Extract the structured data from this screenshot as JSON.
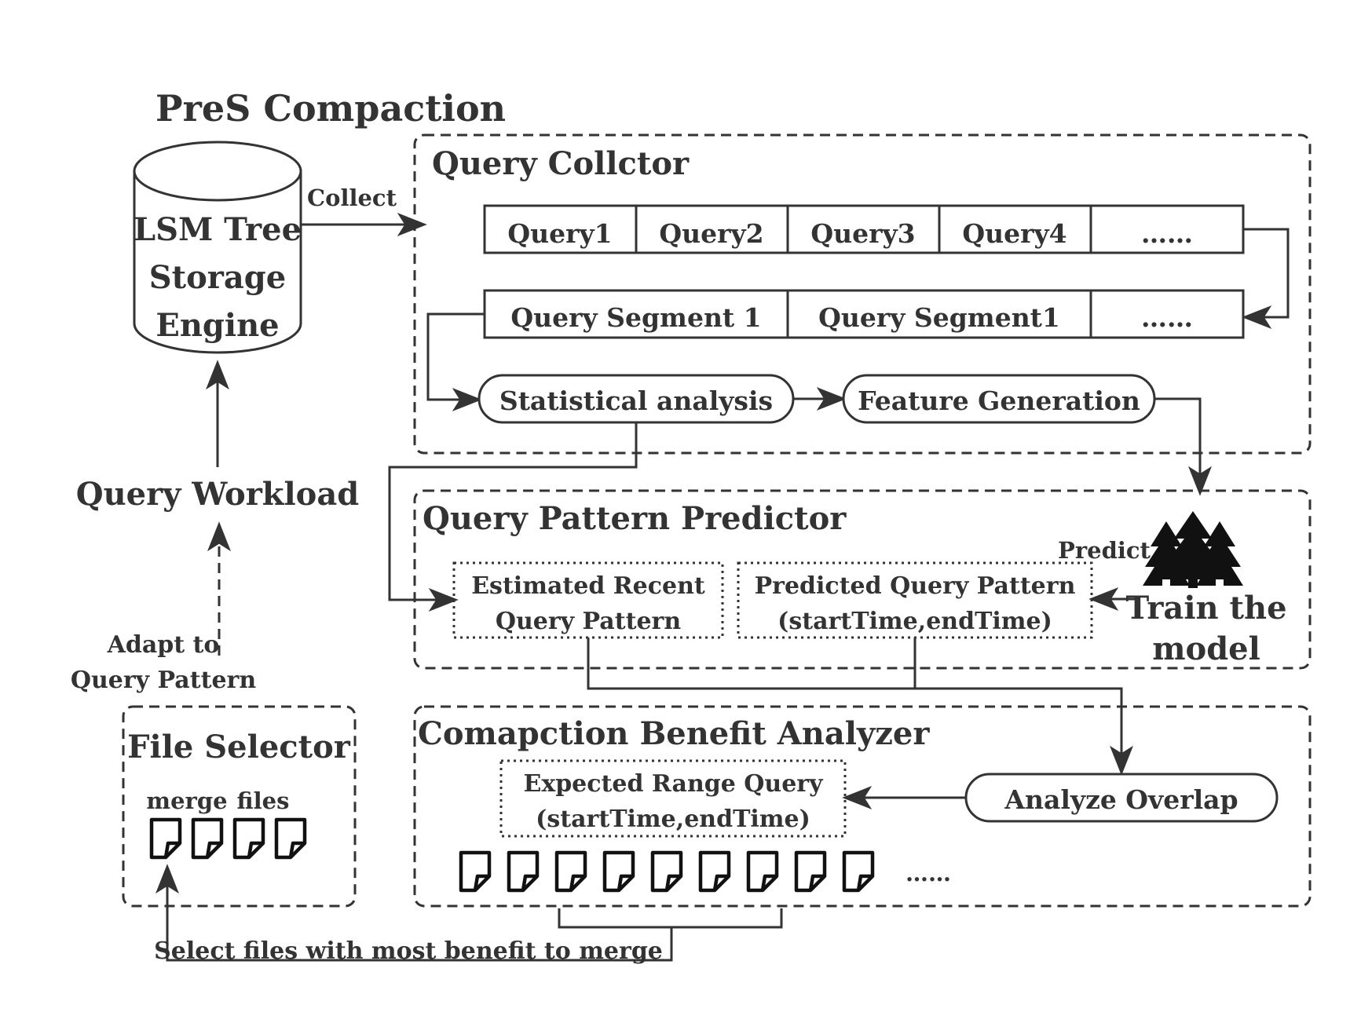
{
  "title": "PreS Compaction",
  "storage": {
    "line1": "LSM Tree",
    "line2": "Storage",
    "line3": "Engine"
  },
  "collect_label": "Collect",
  "query_workload": "Query Workload",
  "adapt_label": {
    "line1": "Adapt to",
    "line2": "Query Pattern"
  },
  "collector": {
    "title": "Query Collctor",
    "queries": [
      "Query1",
      "Query2",
      "Query3",
      "Query4",
      "……"
    ],
    "segments": [
      "Query Segment 1",
      "Query Segment1",
      "……"
    ],
    "statistical_analysis": "Statistical analysis",
    "feature_generation": "Feature Generation"
  },
  "predictor": {
    "title": "Query Pattern Predictor",
    "estimated": {
      "line1": "Estimated Recent",
      "line2": "Query Pattern"
    },
    "predicted": {
      "line1": "Predicted Query Pattern",
      "line2": "(startTime,endTime)"
    },
    "predict_label": "Predict",
    "train": {
      "line1": "Train the",
      "line2": "model"
    },
    "tree_icon": "pine-trees-icon"
  },
  "analyzer": {
    "title": "Comapction Benefit Analyzer",
    "expected": {
      "line1": "Expected Range Query",
      "line2": "(startTime,endTime)"
    },
    "analyze_overlap": "Analyze Overlap",
    "file_icon": "document-icon",
    "file_count": 9,
    "more": "……"
  },
  "file_selector": {
    "title": "File Selector",
    "merge": "merge",
    "files": "files",
    "file_count": 4
  },
  "select_label": "Select files with most benefit to merge",
  "colors": {
    "stroke": "#333333",
    "background": "#ffffff"
  }
}
